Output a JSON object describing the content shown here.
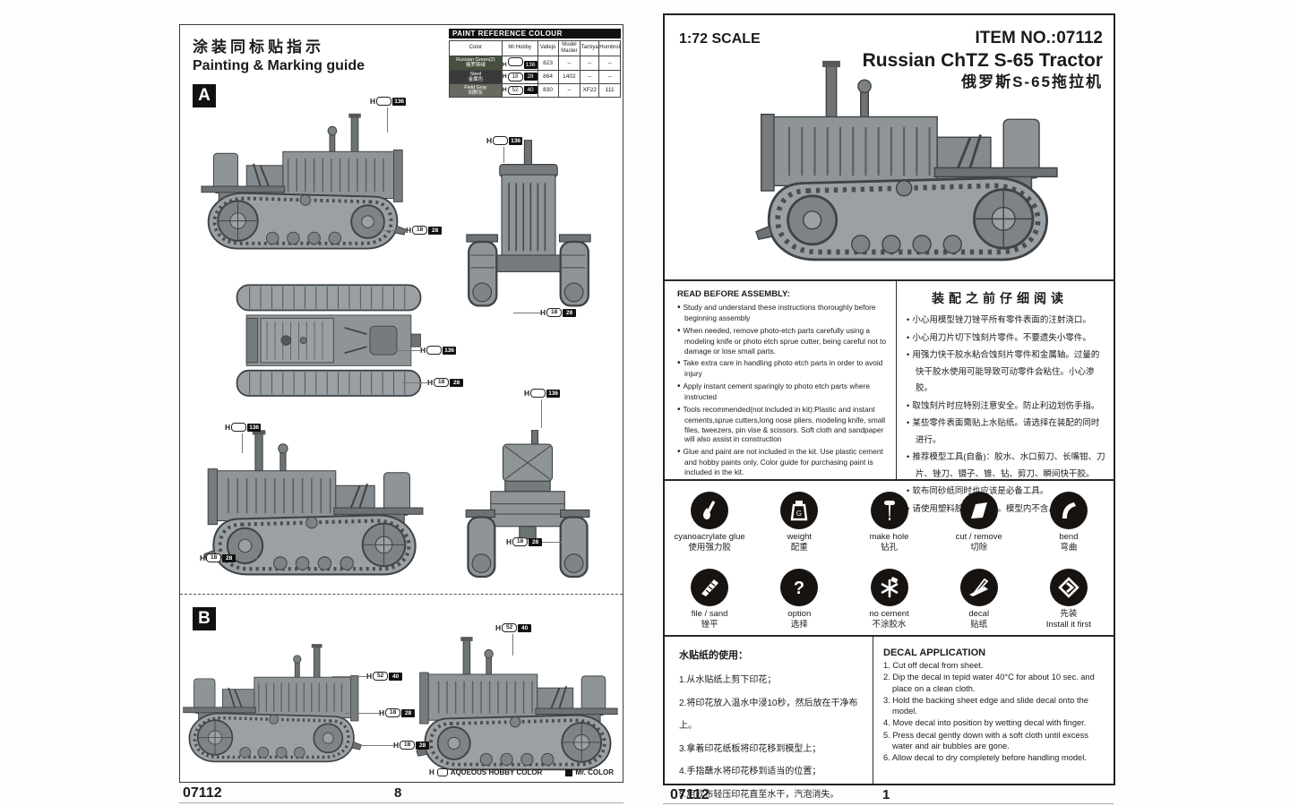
{
  "left_page": {
    "header_cn": "涂装同标贴指示",
    "header_en": "Painting & Marking guide",
    "section_a_label": "A",
    "section_b_label": "B",
    "callout_prefix": "H",
    "callout_types": {
      "green": {
        "aqueous": "",
        "mr": "136"
      },
      "steel": {
        "aqueous": "18",
        "mr": "28"
      },
      "gray": {
        "aqueous": "52",
        "mr": "40"
      }
    },
    "paint_table": {
      "title": "PAINT  REFERENCE  COLOUR",
      "columns": [
        "Color",
        "Mr.Hobby",
        "Vallejo",
        "Model Master",
        "Tamiya",
        "Humbrol"
      ],
      "rows": [
        {
          "name": "Russian Green(2)",
          "name_cn": "俄罗斯绿",
          "vallejo": "823",
          "model_master": "–",
          "tamiya": "–",
          "humbrol": "–"
        },
        {
          "name": "Steel",
          "name_cn": "金属色",
          "vallejo": "864",
          "model_master": "1402",
          "tamiya": "–",
          "humbrol": "–"
        },
        {
          "name": "Field Gray",
          "name_cn": "田野灰",
          "vallejo": "830",
          "model_master": "–",
          "tamiya": "XF22",
          "humbrol": "111"
        }
      ]
    },
    "brand_note_h": "AQUEOUS HOBBY COLOR",
    "brand_note_mr": "Mr. COLOR",
    "footer_item": "07112",
    "footer_page": "8"
  },
  "right_page": {
    "scale": "1:72 SCALE",
    "item_no": "ITEM NO.:07112",
    "title_en": "Russian ChTZ S-65 Tractor",
    "title_cn": "俄罗斯S-65拖拉机",
    "read_before": {
      "title_en": "READ BEFORE ASSEMBLY:",
      "items_en": [
        "Study and understand these instructions thoroughly before beginning assembly",
        "When needed, remove photo-etch parts carefully using a modeling knife or photo etch sprue cutter, being careful not to damage or lose small parts.",
        "Take extra care in handling photo etch parts in order to avoid injury",
        "Apply instant cement sparingly to photo etch parts where instructed",
        "Tools recommended(not included in kit):Plastic and instant cements,sprue cutters,long nose pliers, modeling knife, small files, tweezers, pin vise & scissors. Soft cloth and sandpaper will also assist in construction",
        "Glue and paint are not included in the kit. Use plastic cement and hobby paints only. Color guide for purchasing paint is included in the kit."
      ],
      "title_cn": "装配之前仔细阅读",
      "items_cn": [
        "小心用模型锉刀锉平所有零件表面的注射浇口。",
        "小心用刀片切下蚀刻片零件。不要遗失小零件。",
        "用强力快干胶水粘合蚀刻片零件和金属轴。过量的快干胶水使用可能导致可动零件会粘住。小心渗胶。",
        "取蚀刻片时应特别注意安全。防止利边划伤手指。",
        "某些零件表面需贴上水贴纸。请选择在装配的同时进行。",
        "推荐模型工具(自备)：胶水、水口剪刀、长嘴钳、刀片、锉刀、镊子、锥、钻、剪刀、瞬间快干胶。",
        "软布同砂纸同时也应该是必备工具。",
        "请使用塑料胶水和油漆。模型内不含。"
      ]
    },
    "icons": [
      {
        "name": "cyanoacrylate-glue",
        "line1": "cyanoacrylate glue",
        "line2": "使用强力胶"
      },
      {
        "name": "weight",
        "line1": "weight",
        "line2": "配重"
      },
      {
        "name": "make-hole",
        "line1": "make hole",
        "line2": "钻孔"
      },
      {
        "name": "cut-remove",
        "line1": "cut / remove",
        "line2": "切除"
      },
      {
        "name": "bend",
        "line1": "bend",
        "line2": "弯曲"
      },
      {
        "name": "file-sand",
        "line1": "file / sand",
        "line2": "锉平"
      },
      {
        "name": "option",
        "line1": "option",
        "line2": "选择"
      },
      {
        "name": "no-cement",
        "line1": "no cement",
        "line2": "不涂胶水"
      },
      {
        "name": "decal",
        "line1": "decal",
        "line2": "贴纸"
      },
      {
        "name": "install-it-first",
        "line1": "先装",
        "line2": "Install it first"
      }
    ],
    "decal": {
      "title_cn": "水贴纸的使用：",
      "items_cn": [
        "1.从水贴纸上剪下印花；",
        "2.将印花放入温水中浸10秒，然后放在干净布上。",
        "3.拿着印花纸板将印花移到模型上；",
        "4.手指蘸水将印花移到适当的位置；",
        "5.用软布轻压印花直至水干，汽泡消失。"
      ],
      "title_en": "DECAL APPLICATION",
      "items_en": [
        "1. Cut off decal from sheet.",
        "2. Dip the decal in tepid water 40°C for about 10 sec. and place on a clean cloth.",
        "3. Hold the backing sheet edge and slide decal onto the model.",
        "4. Move decal into position by wetting decal with finger.",
        "5. Press decal gently down with a soft cloth until excess water and air bubbles are gone.",
        "6. Allow decal to dry completely before handling model."
      ]
    },
    "footer_item": "07112",
    "footer_page": "1"
  }
}
